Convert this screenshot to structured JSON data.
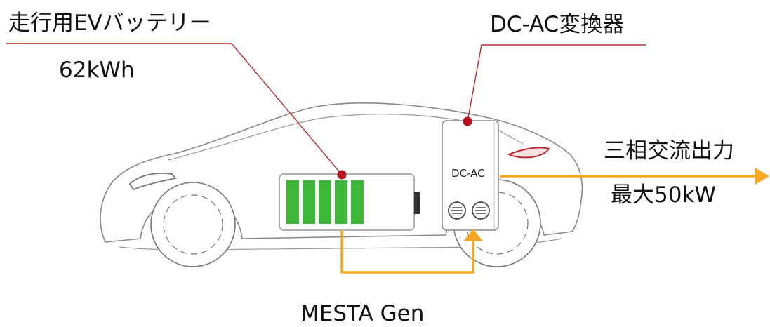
{
  "battery": {
    "title": "走行用EVバッテリー",
    "capacity": "62kWh"
  },
  "converter": {
    "title": "DC-AC変換器",
    "box_label": "DC-AC"
  },
  "output": {
    "title": "三相交流出力",
    "max": "最大50kW"
  },
  "system_name": "MESTA Gen",
  "battery_level": {
    "filled_cells": 5,
    "total_cells": 5
  },
  "colors": {
    "leader_line": "#c0282e",
    "marker_dot": "#b5121b",
    "flow_arrow": "#f5a623",
    "battery_cell": "#3fb83a",
    "car_outline": "#8a8a8a"
  }
}
